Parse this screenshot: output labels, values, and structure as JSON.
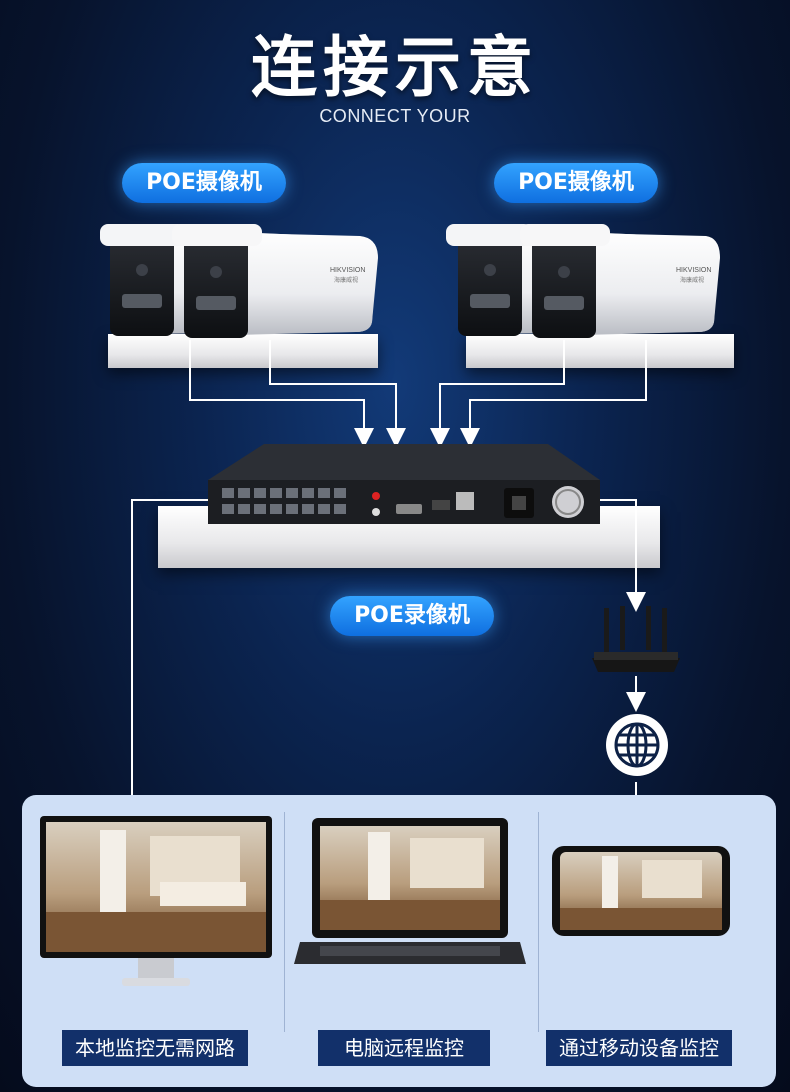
{
  "header": {
    "title": "连接示意",
    "subtitle": "CONNECT YOUR"
  },
  "labels": {
    "camera_left": "POE摄像机",
    "camera_right": "POE摄像机",
    "recorder": "POE录像机",
    "camera_brand": "HIKVISION",
    "camera_brand_sub": "海康威视"
  },
  "outputs": [
    {
      "caption": "本地监控无需网路"
    },
    {
      "caption": "电脑远程监控"
    },
    {
      "caption": "通过移动设备监控"
    }
  ],
  "colors": {
    "accent": "#1a86f0",
    "caption_bg": "#12306a",
    "panel_bg": "#cfdff6",
    "arrow": "#ffffff"
  }
}
